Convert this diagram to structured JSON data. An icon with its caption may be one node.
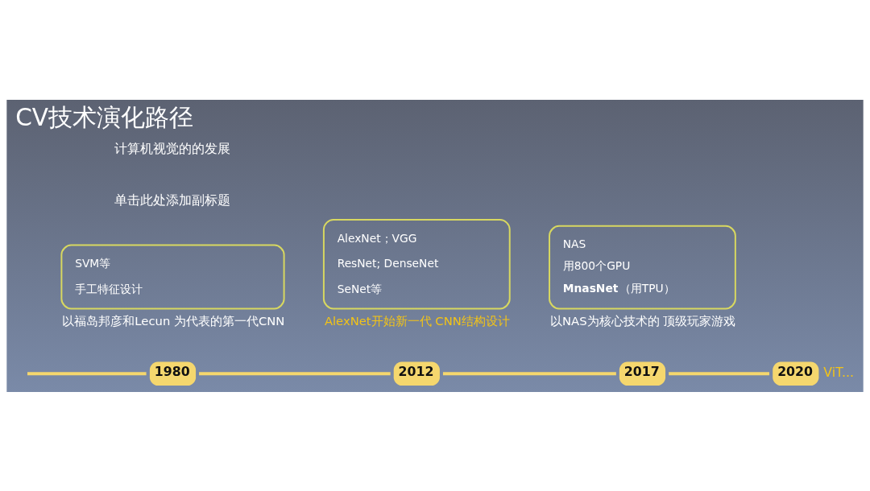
{
  "diagram": {
    "title": "CV技术演化路径",
    "nodes": [
      {
        "text": [
          "1980"
        ]
      },
      {
        "text": [
          "SVM等",
          "手工特征设计"
        ],
        "beside": [
          "以福岛邦彦和Lecun 为代表的第一代CNN"
        ]
      },
      {
        "text": [
          "2012"
        ]
      },
      {
        "text": [
          "AlexNet；VGG",
          "ResNet; DenseNet",
          "SeNet等"
        ],
        "beside": [
          "AlexNet开始新一代 CNN结构设计"
        ]
      },
      {
        "text": [
          "2017"
        ]
      },
      {
        "text": [
          "NAS",
          "用800个GPU",
          "**MnasNet**（用TPU）"
        ],
        "beside": [
          "以NAS为核心技术的 顶级玩家游戏"
        ]
      },
      {
        "text": [
          "2020"
        ],
        "beside": [
          "ViT..."
        ]
      }
    ],
    "edges": [
      {
        "from": null,
        "to": 0,
        "arrow": "none"
      },
      {
        "from": 0,
        "to": 2,
        "arrow": "none"
      },
      {
        "from": 2,
        "to": 4,
        "arrow": "none"
      },
      {
        "from": 4,
        "to": 6,
        "arrow": "none"
      }
    ],
    "labels": [
      "单击此处添加副标题",
      "计算机视觉的的发展"
    ]
  }
}
